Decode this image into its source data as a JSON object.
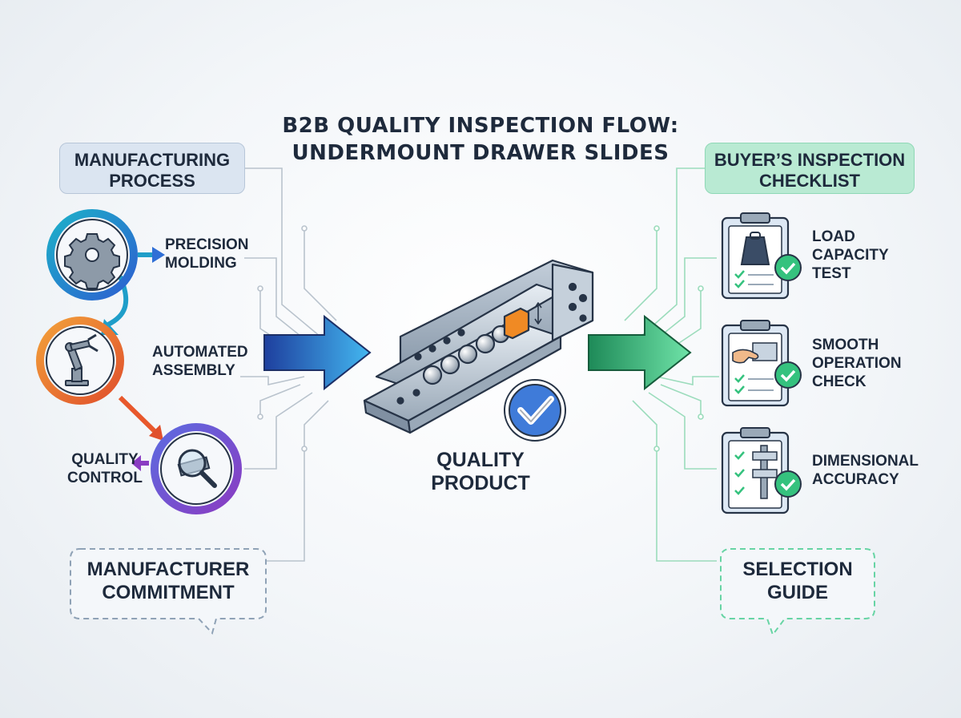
{
  "title": {
    "line1": "B2B QUALITY INSPECTION FLOW:",
    "line2": "UNDERMOUNT DRAWER SLIDES"
  },
  "left_panel": {
    "tag": "MANUFACTURING PROCESS",
    "steps": [
      {
        "label_line1": "PRECISION",
        "label_line2": "MOLDING",
        "icon": "gear-icon",
        "color": "#2a86c9"
      },
      {
        "label_line1": "AUTOMATED",
        "label_line2": "ASSEMBLY",
        "icon": "robot-arm-icon",
        "color": "#e8702a"
      },
      {
        "label_line1": "QUALITY",
        "label_line2": "CONTROL",
        "icon": "magnifier-icon",
        "color": "#7b45c9"
      }
    ],
    "bubble_line1": "MANUFACTURER",
    "bubble_line2": "COMMITMENT"
  },
  "center": {
    "product_line1": "QUALITY",
    "product_line2": "PRODUCT",
    "icons": [
      "drawer-slide-icon",
      "checkmark-badge-icon"
    ]
  },
  "right_panel": {
    "tag": "BUYER’S INSPECTION CHECKLIST",
    "checks": [
      {
        "label_lines": [
          "LOAD",
          "CAPACITY",
          "TEST"
        ],
        "icon": "weight-clipboard-icon"
      },
      {
        "label_lines": [
          "SMOOTH",
          "OPERATION",
          "CHECK"
        ],
        "icon": "hand-clipboard-icon"
      },
      {
        "label_lines": [
          "DIMENSIONAL",
          "ACCURACY"
        ],
        "icon": "caliper-clipboard-icon"
      }
    ],
    "bubble_line1": "SELECTION",
    "bubble_line2": "GUIDE"
  },
  "colors": {
    "blue": "#2a86c9",
    "orange": "#e8702a",
    "purple": "#7b45c9",
    "green": "#35c27e",
    "arrow_blue": "#2f6fd6",
    "arrow_green": "#2fb873"
  }
}
